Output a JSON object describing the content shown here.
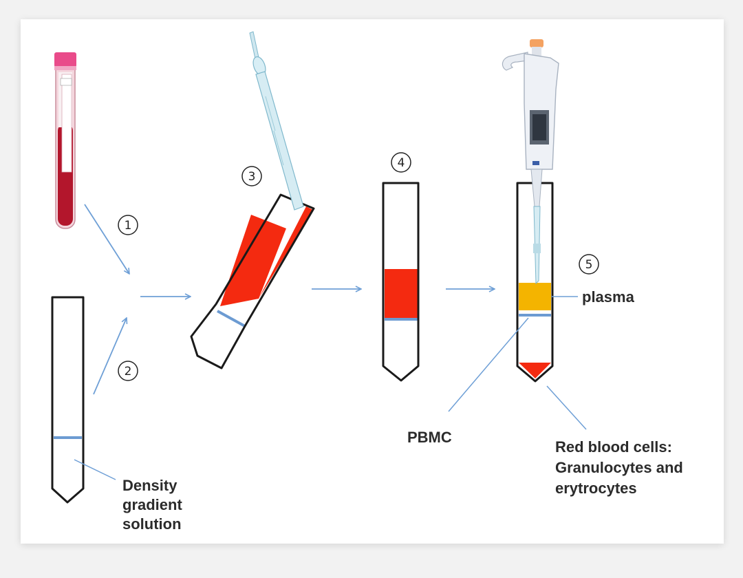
{
  "steps": [
    "1",
    "2",
    "3",
    "4",
    "5"
  ],
  "labels": {
    "density_line1": "Density",
    "density_line2": "gradient",
    "density_line3": "solution",
    "plasma": "plasma",
    "pbmc": "PBMC",
    "rbc_line1": "Red blood cells:",
    "rbc_line2": "Granulocytes and",
    "rbc_line3": "erytrocytes"
  },
  "colors": {
    "blood": "#b3162c",
    "red_layer": "#f42a10",
    "plasma": "#f4b400",
    "pbmc_band": "#6c9bd2",
    "arrow": "#6e9fd6",
    "outline": "#1a1a1a"
  }
}
